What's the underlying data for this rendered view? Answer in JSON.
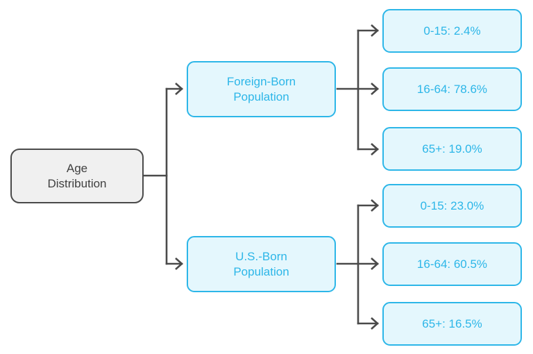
{
  "diagram": {
    "type": "tree-flowchart",
    "orientation": "left-to-right",
    "background_color": "#ffffff",
    "root": {
      "id": "age-distribution",
      "label": "Age\nDistribution",
      "fill_color": "#f0f0f0",
      "border_color": "#4a4a4a",
      "text_color": "#3f3f3f"
    },
    "branches": [
      {
        "id": "foreign-born-population",
        "label": "Foreign-Born\nPopulation",
        "fill_color": "#e4f7fd",
        "border_color": "#2cb6e8",
        "text_color": "#2cb6e8",
        "children": [
          {
            "id": "foreign-born-0-15",
            "label": "0-15: 2.4%"
          },
          {
            "id": "foreign-born-16-64",
            "label": "16-64: 78.6%"
          },
          {
            "id": "foreign-born-65-plus",
            "label": "65+: 19.0%"
          }
        ]
      },
      {
        "id": "us-born-population",
        "label": "U.S.-Born\nPopulation",
        "fill_color": "#e4f7fd",
        "border_color": "#2cb6e8",
        "text_color": "#2cb6e8",
        "children": [
          {
            "id": "us-born-0-15",
            "label": "0-15: 23.0%"
          },
          {
            "id": "us-born-16-64",
            "label": "16-64: 60.5%"
          },
          {
            "id": "us-born-65-plus",
            "label": "65+: 16.5%"
          }
        ]
      }
    ],
    "connector_color": "#4a4a4a"
  }
}
